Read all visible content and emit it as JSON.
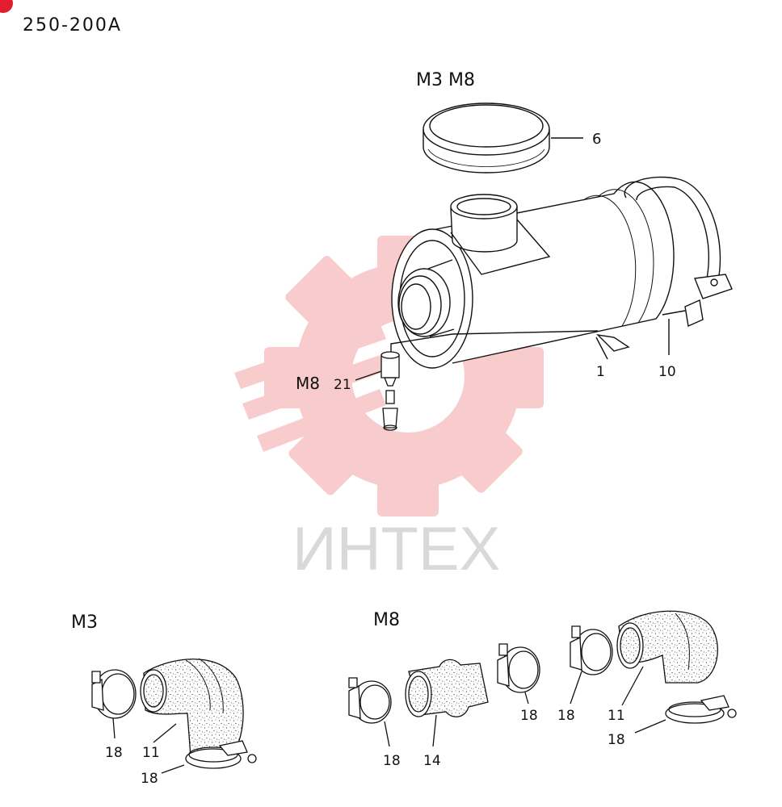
{
  "header": {
    "code": "250-200A"
  },
  "watermark": {
    "text": "ИНТЕХ",
    "gear_color": "#f4a3a3",
    "text_color": "#d9d9d9"
  },
  "main_group": {
    "label": "M3 M8"
  },
  "callouts": {
    "p6": "6",
    "p1": "1",
    "p10": "10",
    "p21_prefix": "M8",
    "p21": "21"
  },
  "section_m3": {
    "title": "M3",
    "callouts": {
      "clamp_top": "18",
      "elbow": "11",
      "clamp_bottom": "18"
    }
  },
  "section_m8": {
    "title": "M8",
    "callouts": {
      "clamp_left": "18",
      "sleeve": "14",
      "clamp_mid": "18",
      "clamp_right": "18",
      "elbow": "11",
      "clamp_bottom": "18"
    }
  },
  "colors": {
    "badge": "#e11d2e",
    "line": "#111111"
  }
}
